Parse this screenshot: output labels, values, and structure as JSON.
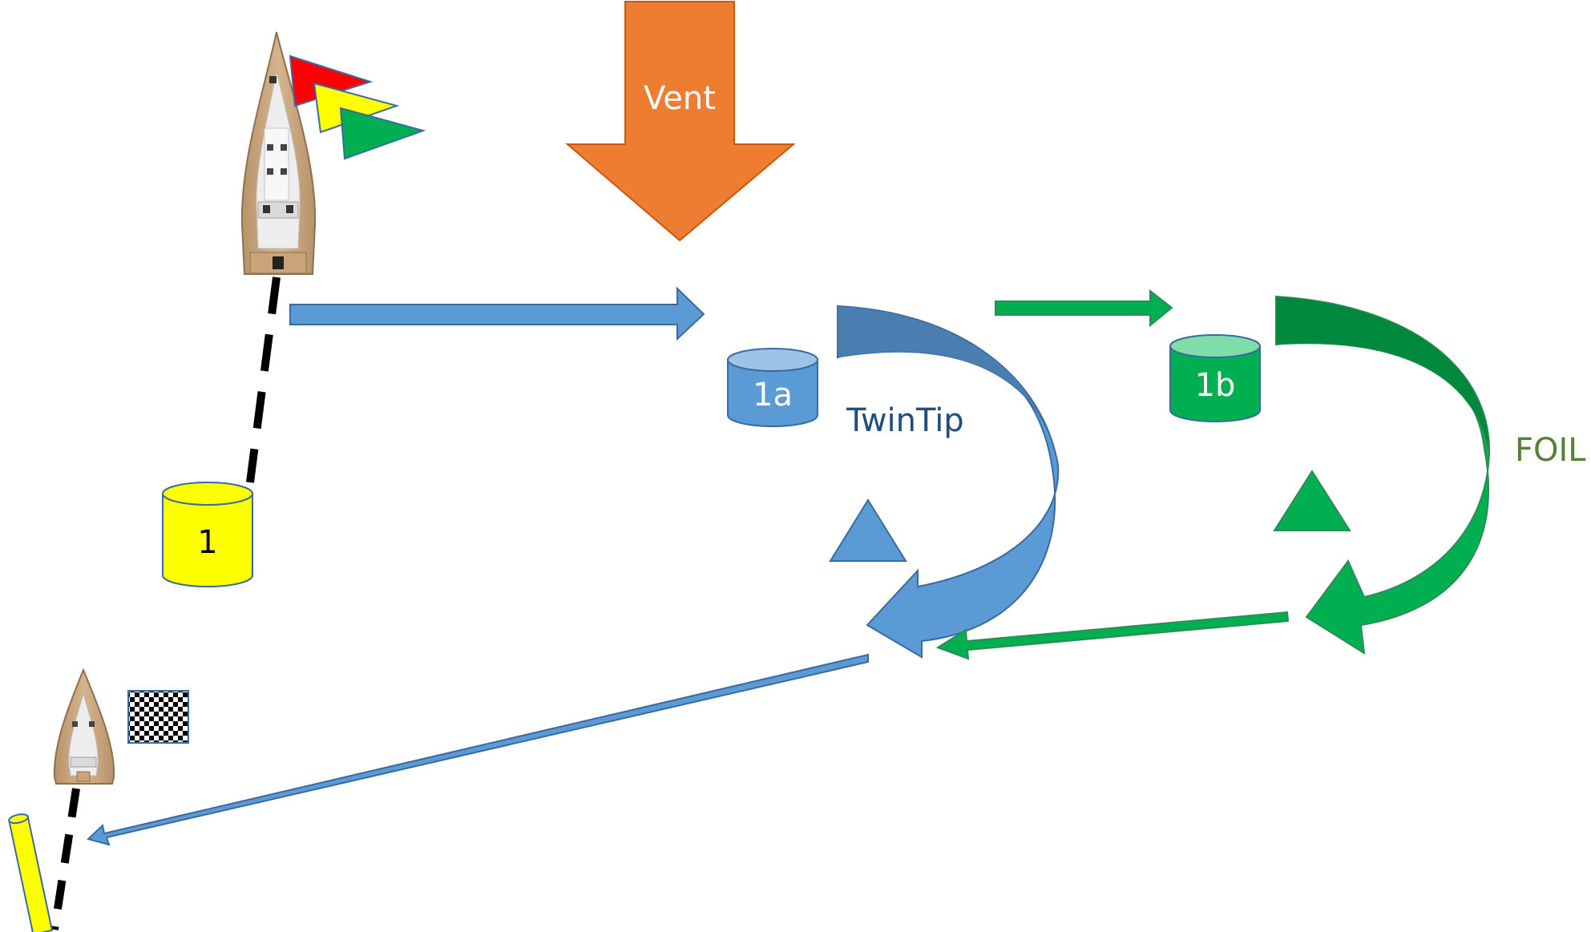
{
  "labels": {
    "wind": "Vent",
    "mark_start": "1",
    "mark_twintip": "1a",
    "mark_foil": "1b",
    "course_twintip": "TwinTip",
    "course_foil": "FOIL"
  },
  "colors": {
    "wind_arrow": "#ED7D31",
    "twintip_blue": "#5B9BD5",
    "twintip_dark": "#4A7EB0",
    "twintip_text": "#1F4E79",
    "foil_green": "#00B050",
    "foil_dark": "#00893C",
    "foil_text": "#548235",
    "buoy_yellow": "#FFFF00",
    "flag_red": "#FF0000",
    "flag_yellow": "#FFFF00",
    "flag_green": "#00B050",
    "boat_wood": "#C9A47A",
    "boat_deck": "#E9E9E9"
  },
  "icons": {
    "committee_boat": "sailboat-top-view",
    "finish_boat": "sailboat-top-view",
    "finish_flag": "checkered-flag-icon",
    "start_flags": [
      "red-flag",
      "yellow-flag",
      "green-flag"
    ]
  }
}
